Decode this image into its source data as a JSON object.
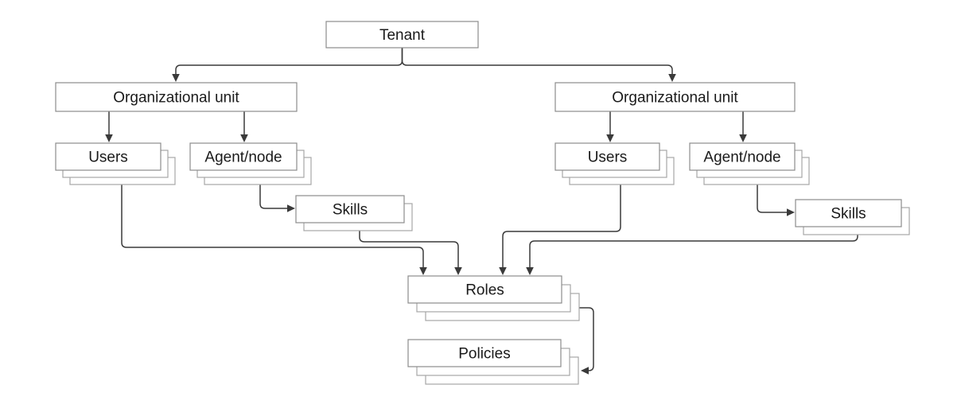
{
  "diagram": {
    "type": "hierarchy",
    "background": "#ffffff",
    "colors": {
      "box_fill": "#ffffff",
      "box_border": "#8c8c8c",
      "stack_border": "#a6a6a6",
      "connector": "#3a3a3a",
      "text": "#1a1a1a"
    },
    "nodes": {
      "tenant": {
        "label": "Tenant",
        "stacked": false
      },
      "org_unit_left": {
        "label": "Organizational unit",
        "stacked": false
      },
      "org_unit_right": {
        "label": "Organizational unit",
        "stacked": false
      },
      "users_left": {
        "label": "Users",
        "stacked": true
      },
      "agent_node_left": {
        "label": "Agent/node",
        "stacked": true
      },
      "skills_left": {
        "label": "Skills",
        "stacked": true
      },
      "users_right": {
        "label": "Users",
        "stacked": true
      },
      "agent_node_right": {
        "label": "Agent/node",
        "stacked": true
      },
      "skills_right": {
        "label": "Skills",
        "stacked": true
      },
      "roles": {
        "label": "Roles",
        "stacked": true
      },
      "policies": {
        "label": "Policies",
        "stacked": true
      }
    },
    "edges": [
      {
        "from": "tenant",
        "to": "org_unit_left"
      },
      {
        "from": "tenant",
        "to": "org_unit_right"
      },
      {
        "from": "org_unit_left",
        "to": "users_left"
      },
      {
        "from": "org_unit_left",
        "to": "agent_node_left"
      },
      {
        "from": "agent_node_left",
        "to": "skills_left"
      },
      {
        "from": "org_unit_right",
        "to": "users_right"
      },
      {
        "from": "org_unit_right",
        "to": "agent_node_right"
      },
      {
        "from": "agent_node_right",
        "to": "skills_right"
      },
      {
        "from": "users_left",
        "to": "roles"
      },
      {
        "from": "skills_left",
        "to": "roles"
      },
      {
        "from": "users_right",
        "to": "roles"
      },
      {
        "from": "skills_right",
        "to": "roles"
      },
      {
        "from": "roles",
        "to": "policies"
      }
    ]
  }
}
